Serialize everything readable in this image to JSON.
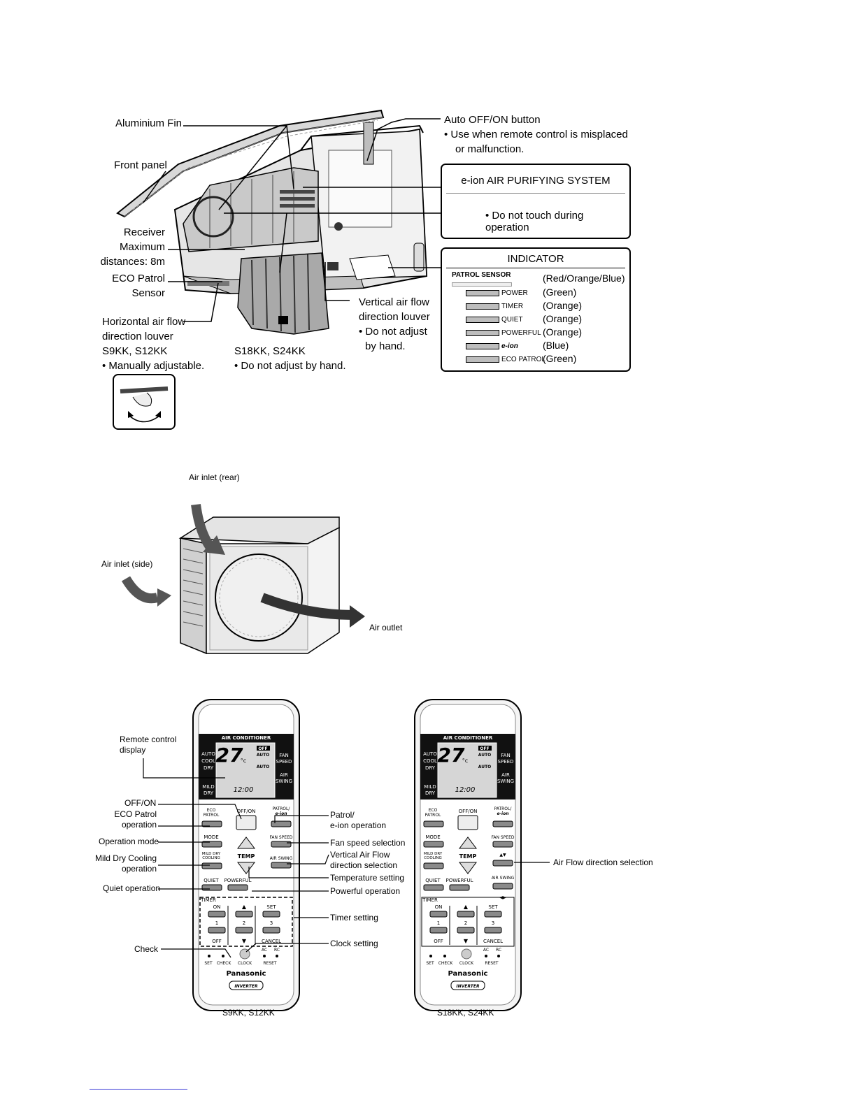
{
  "indoor": {
    "labels": {
      "aluminium_fin": "Aluminium Fin",
      "front_panel": "Front panel",
      "receiver": "Receiver",
      "max_distance_1": "Maximum",
      "max_distance_2": "distances: 8m",
      "eco_patrol_1": "ECO Patrol",
      "eco_patrol_2": "Sensor",
      "horizontal_1": "Horizontal air flow",
      "horizontal_2": "direction louver",
      "horizontal_models": "S9KK, S12KK",
      "horizontal_note": "•  Manually adjustable.",
      "s18_models": "S18KK, S24KK",
      "s18_note": "•  Do not adjust by hand.",
      "vertical_1": "Vertical air flow",
      "vertical_2": "direction louver",
      "vertical_3": "• Do not adjust",
      "vertical_4": "by hand.",
      "auto_btn": "Auto OFF/ON button",
      "auto_note_1": "•  Use when remote control is misplaced",
      "auto_note_2": "or malfunction."
    },
    "eion_box": {
      "title": "e-ion AIR PURIFYING SYSTEM",
      "note": "• Do not touch during operation"
    },
    "indicator_box": {
      "title": "INDICATOR",
      "patrol_sensor": "PATROL SENSOR",
      "patrol_color": "(Red/Orange/Blue)",
      "rows": [
        {
          "name": "POWER",
          "color": "(Green)"
        },
        {
          "name": "TIMER",
          "color": "(Orange)"
        },
        {
          "name": "QUIET",
          "color": "(Orange)"
        },
        {
          "name": "POWERFUL",
          "color": "(Orange)"
        },
        {
          "name": "e-ion",
          "color": "(Blue)"
        },
        {
          "name": "ECO PATROL",
          "color": "(Green)"
        }
      ]
    }
  },
  "outdoor": {
    "air_inlet_rear": "Air inlet (rear)",
    "air_inlet_side": "Air inlet (side)",
    "air_outlet": "Air outlet"
  },
  "remotes": {
    "left_labels": {
      "display_1": "Remote control",
      "display_2": "display",
      "off_on": "OFF/ON",
      "eco_1": "ECO Patrol",
      "eco_2": "operation",
      "mode": "Operation mode",
      "mild_1": "Mild Dry Cooling",
      "mild_2": "operation",
      "quiet": "Quiet operation",
      "check": "Check"
    },
    "right_labels": {
      "patrol_1": "Patrol/",
      "patrol_2": "e-ion operation",
      "fan": "Fan speed selection",
      "vertical_1": "Vertical Air Flow",
      "vertical_2": "direction selection",
      "temp": "Temperature setting",
      "powerful": "Powerful operation",
      "timer": "Timer setting",
      "clock": "Clock setting"
    },
    "airflow_label": "Air Flow direction selection",
    "captions": {
      "left": "S9KK, S12KK",
      "right": "S18KK, S24KK"
    },
    "remote_text": {
      "header": "AIR CONDITIONER",
      "temp": "27",
      "unit": "°c",
      "off": "OFF",
      "auto": "AUTO",
      "auto_cool_dry": [
        "AUTO",
        "COOL",
        "DRY"
      ],
      "fan_speed": [
        "FAN",
        "SPEED"
      ],
      "air_swing": [
        "AIR",
        "SWING"
      ],
      "mild_dry": [
        "MILD",
        "DRY"
      ],
      "time": "12:00",
      "btn_eco": [
        "ECO",
        "PATROL"
      ],
      "btn_offon": "OFF/ON",
      "btn_patrol": [
        "PATROL/",
        "e-ion"
      ],
      "btn_mode": "MODE",
      "btn_fan": "FAN SPEED",
      "btn_mild": [
        "MILD DRY",
        "COOLING"
      ],
      "btn_temp": "TEMP",
      "btn_swing": "AIR SWING",
      "btn_quiet": "QUIET",
      "btn_powerful": "POWERFUL",
      "timer": "TIMER",
      "on": "ON",
      "set": "SET",
      "n1": "1",
      "n2": "2",
      "n3": "3",
      "off_btn": "OFF",
      "cancel": "CANCEL",
      "bottom": [
        "SET",
        "CHECK",
        "CLOCK",
        "AC",
        "RC",
        "RESET"
      ],
      "brand": "Panasonic",
      "inverter": "INVERTER"
    }
  }
}
